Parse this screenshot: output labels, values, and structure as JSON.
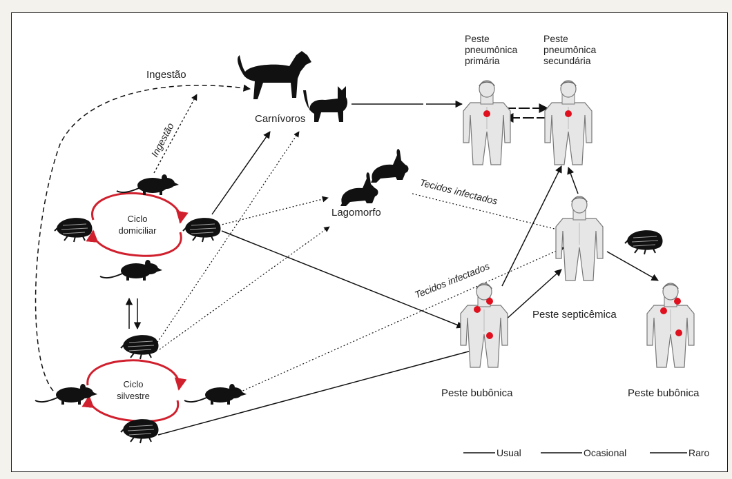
{
  "labels": {
    "ingestao_top": "Ingestão",
    "ingestao_vertical": "Ingestão",
    "carnivoros": "Carnívoros",
    "lagomorfo": "Lagomorfo",
    "tecidos_1": "Tecidos infectados",
    "tecidos_2": "Tecidos infectados",
    "peste_primaria": [
      "Peste",
      "pneumônica",
      "primária"
    ],
    "peste_secundaria": [
      "Peste",
      "pneumônica",
      "secundária"
    ],
    "peste_septicemica": "Peste septicêmica",
    "peste_bubonica_1": "Peste bubônica",
    "peste_bubonica_2": "Peste bubônica",
    "ciclo_domiciliar": [
      "Ciclo",
      "domiciliar"
    ],
    "ciclo_silvestre": [
      "Ciclo",
      "silvestre"
    ]
  },
  "legend": {
    "usual": "Usual",
    "ocasional": "Ocasional",
    "raro": "Raro"
  },
  "colors": {
    "cycle_arrow": "#d0202e",
    "lesion": "#e0101e",
    "ink": "#111111",
    "human_body": "#e8e8e8"
  },
  "icons": [
    "dog-icon",
    "cat-icon",
    "rabbit-icon",
    "rat-icon",
    "flea-icon",
    "human-figure-icon"
  ]
}
